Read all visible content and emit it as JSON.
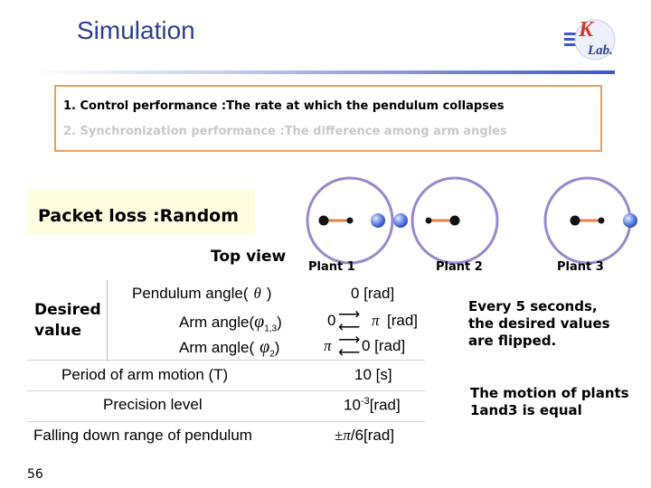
{
  "slide": {
    "title": "Simulation",
    "page_number": "56"
  },
  "logo": {
    "letter_top": "K",
    "letter_bottom": "Lab."
  },
  "performance": {
    "item1": "1. Control performance :The rate at which the pendulum collapses",
    "item2": "2. Synchronization performance :The difference among arm angles"
  },
  "packet_loss": "Packet loss :Random",
  "top_view": {
    "label": "Top view",
    "plants": [
      "Plant 1",
      "Plant 2",
      "Plant 3"
    ]
  },
  "desired": {
    "label_line1": "Desired",
    "label_line2": "value",
    "pendulum_label_a": "Pendulum angle(",
    "pendulum_symbol": "θ",
    "pendulum_label_b": ")",
    "pendulum_value": "0 [rad]",
    "arm13_label_a": "Arm angle(",
    "arm13_symbol": "φ",
    "arm13_sub": "1,3",
    "arm13_label_b": ")",
    "arm13_value_a": "0",
    "arm13_value_b": "π",
    "arm13_value_c": "[rad]",
    "arm2_label_a": "Arm angle(",
    "arm2_symbol": "φ",
    "arm2_sub": "2",
    "arm2_label_b": ")",
    "arm2_value_a": "π",
    "arm2_value_b": "0 [rad]",
    "arrow_right": "⟶",
    "arrow_left": "⟵"
  },
  "rows": [
    {
      "label": "Period of arm motion (T)",
      "value": "10 [s]"
    },
    {
      "label": "Precision level",
      "value_base": "10",
      "value_exp": "-3",
      "value_unit": "[rad]"
    },
    {
      "label": "Falling down range of pendulum",
      "value_prefix": "±π",
      "value_rest": "/6[rad]"
    }
  ],
  "notes": {
    "flip": [
      "Every 5 seconds,",
      "the desired values",
      "are flipped."
    ],
    "equal": [
      "The motion of plants",
      "1and3 is equal"
    ]
  },
  "colors": {
    "title": "#2b3f8f",
    "box_border": "#e8a060",
    "packet_bg": "#fffde0",
    "arm": "#e8824a",
    "circle": "#9a88cc"
  }
}
